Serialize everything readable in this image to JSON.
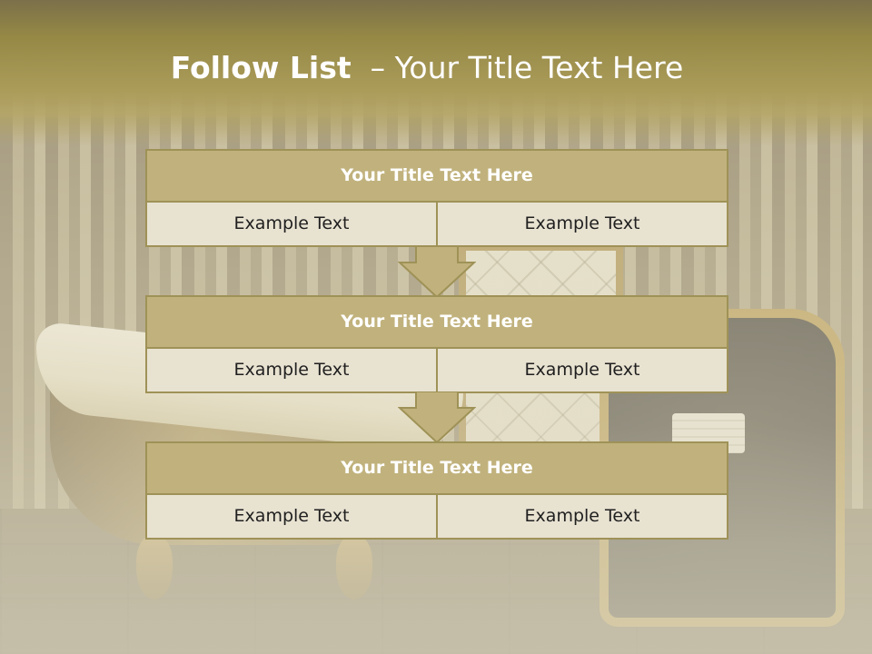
{
  "slide": {
    "title_bold": "Follow List",
    "title_rest": "  – Your Title Text Here"
  },
  "boxes": [
    {
      "title": "Your Title Text Here",
      "left": "Example Text",
      "right": "Example Text"
    },
    {
      "title": "Your Title Text Here",
      "left": "Example Text",
      "right": "Example Text"
    },
    {
      "title": "Your Title Text Here",
      "left": "Example Text",
      "right": "Example Text"
    }
  ],
  "colors": {
    "header_fill": "#c1b27d",
    "cell_fill": "#e8e2d1",
    "border": "#9f9257",
    "title_text": "#ffffff"
  },
  "icons": [
    "down-arrow-icon",
    "down-arrow-icon"
  ]
}
